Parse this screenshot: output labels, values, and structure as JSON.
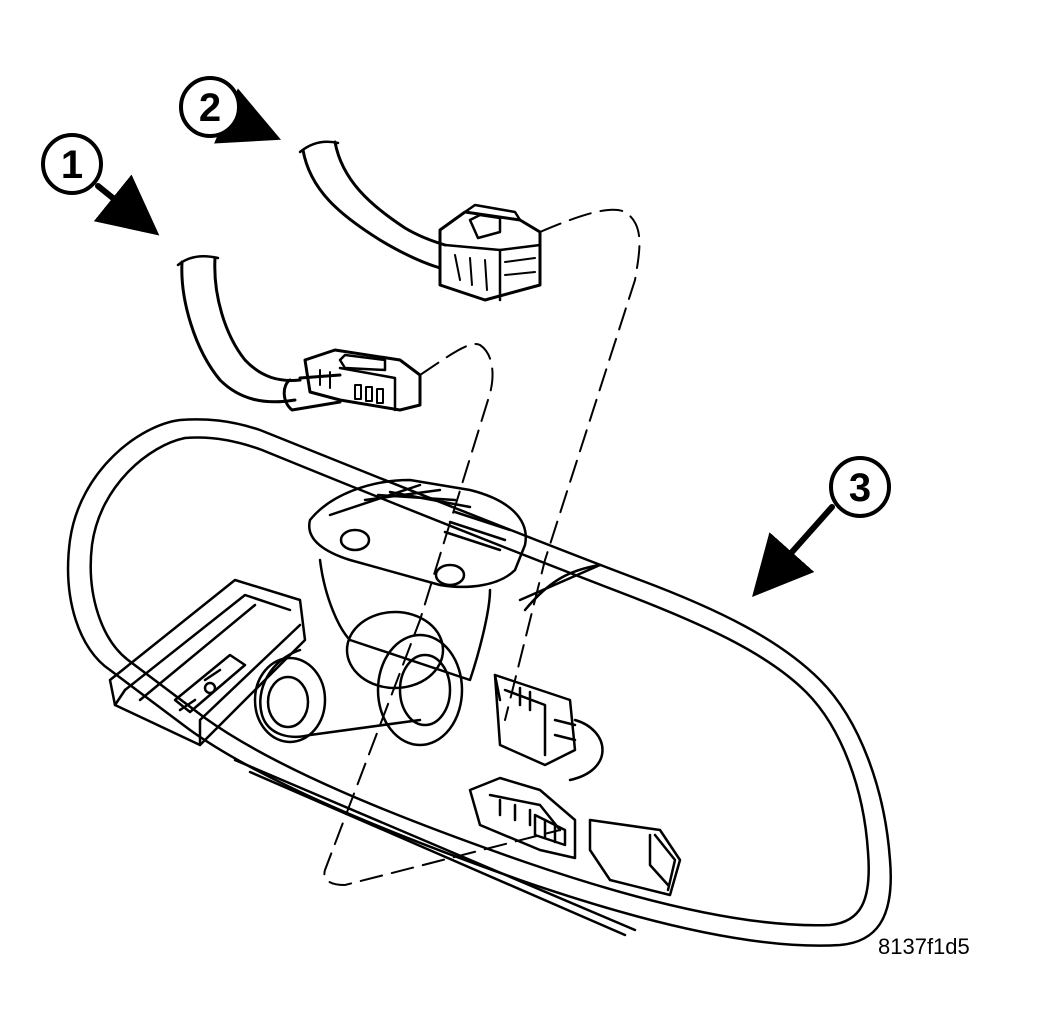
{
  "callouts": [
    {
      "id": "1",
      "label": "1"
    },
    {
      "id": "2",
      "label": "2"
    },
    {
      "id": "3",
      "label": "3"
    }
  ],
  "figure_id": "8137f1d5",
  "parts": [
    {
      "name": "wire-harness-connector-1"
    },
    {
      "name": "wire-harness-connector-2"
    },
    {
      "name": "rearview-mirror"
    }
  ],
  "colors": {
    "line": "#000000",
    "background": "#ffffff"
  }
}
